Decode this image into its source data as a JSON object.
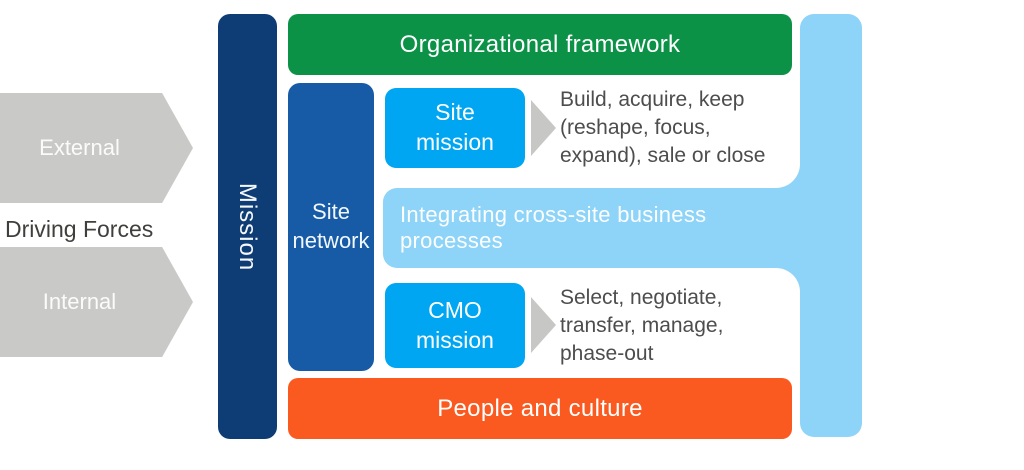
{
  "palette": {
    "mission_navy": "#0e3c74",
    "site_network_blue": "#175ba6",
    "mission_box_blue": "#00a6f2",
    "connector_light_blue": "#8ed3f8",
    "organizational_green": "#0c9247",
    "people_orange": "#fa5a1f",
    "driver_arrow_gray": "#c9c9c7",
    "body_text_gray": "#4d4d4d"
  },
  "left_panel": {
    "title": "Driving Forces",
    "external_label": "External",
    "internal_label": "Internal"
  },
  "mission_bar": {
    "label": "Mission"
  },
  "top_bar": {
    "label": "Organizational framework"
  },
  "bottom_bar": {
    "label": "People and culture"
  },
  "site_network": {
    "label": "Site network"
  },
  "rows": {
    "site_mission": {
      "label": "Site mission",
      "description": "Build, acquire, keep (reshape, focus, expand), sale or close"
    },
    "integration": {
      "label": "Integrating cross-site business processes"
    },
    "cmo_mission": {
      "label": "CMO mission",
      "description": "Select, negotiate, transfer, manage, phase-out"
    }
  }
}
